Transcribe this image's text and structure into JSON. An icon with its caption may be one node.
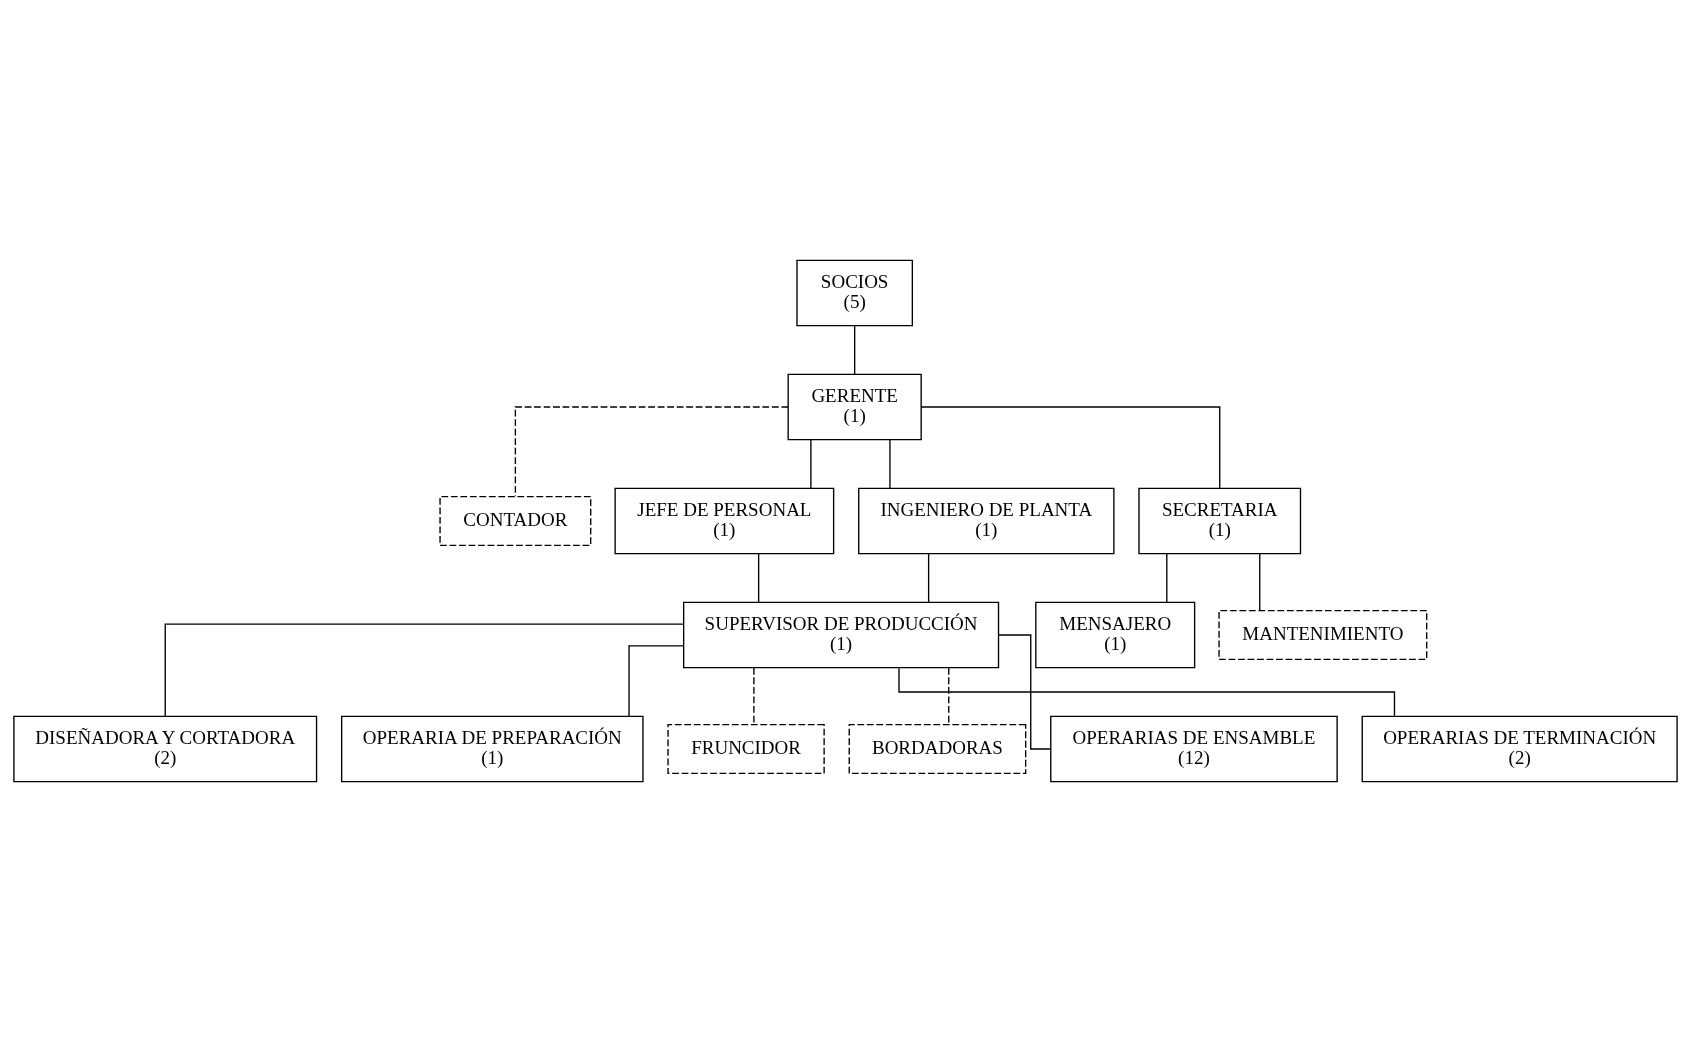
{
  "diagram": {
    "nodes": [
      {
        "text": [
          "SOCIOS",
          "(5)"
        ]
      },
      {
        "text": [
          "GERENTE",
          "(1)"
        ]
      },
      {
        "text": [
          "CONTADOR"
        ]
      },
      {
        "text": [
          "JEFE DE PERSONAL",
          "(1)"
        ]
      },
      {
        "text": [
          "INGENIERO DE PLANTA",
          "(1)"
        ]
      },
      {
        "text": [
          "SECRETARIA",
          "(1)"
        ]
      },
      {
        "text": [
          "SUPERVISOR DE PRODUCCIÓN",
          "(1)"
        ]
      },
      {
        "text": [
          "MENSAJERO",
          "(1)"
        ]
      },
      {
        "text": [
          "MANTENIMIENTO"
        ]
      },
      {
        "text": [
          "DISEÑADORA Y CORTADORA",
          "(2)"
        ]
      },
      {
        "text": [
          "OPERARIA DE PREPARACIÓN",
          "(1)"
        ]
      },
      {
        "text": [
          "FRUNCIDOR"
        ]
      },
      {
        "text": [
          "BORDADORAS"
        ]
      },
      {
        "text": [
          "OPERARIAS DE ENSAMBLE",
          "(12)"
        ]
      },
      {
        "text": [
          "OPERARIAS DE TERMINACIÓN",
          "(2)"
        ]
      }
    ],
    "edges": [
      {
        "from": 0,
        "to": 1,
        "arrow": "none"
      },
      {
        "from": 1,
        "to": 2,
        "arrow": "none",
        "style": "dashed"
      },
      {
        "from": 1,
        "to": 3,
        "arrow": "none"
      },
      {
        "from": 1,
        "to": 4,
        "arrow": "none"
      },
      {
        "from": 1,
        "to": 5,
        "arrow": "none"
      },
      {
        "from": 3,
        "to": 6,
        "arrow": "none"
      },
      {
        "from": 4,
        "to": 6,
        "arrow": "none"
      },
      {
        "from": 5,
        "to": 7,
        "arrow": "none"
      },
      {
        "from": 5,
        "to": 8,
        "arrow": "none"
      },
      {
        "from": 6,
        "to": 9,
        "arrow": "none"
      },
      {
        "from": 6,
        "to": 10,
        "arrow": "none"
      },
      {
        "from": 6,
        "to": 11,
        "arrow": "none",
        "style": "dashed"
      },
      {
        "from": 6,
        "to": 12,
        "arrow": "none",
        "style": "dashed"
      },
      {
        "from": 6,
        "to": 13,
        "arrow": "none"
      },
      {
        "from": 6,
        "to": 14,
        "arrow": "none"
      }
    ]
  }
}
